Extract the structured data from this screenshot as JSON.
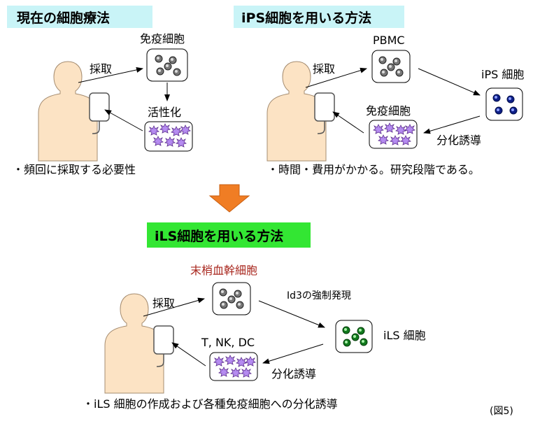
{
  "colors": {
    "label_cyan": "#c9f4f7",
    "label_green": "#33e633",
    "skin": "#fce3c4",
    "skin_stroke": "#a58c70",
    "arrow_orange": "#f07d24",
    "title_red": "#a8261d",
    "cell_gray": "#666666",
    "cell_blue": "#0d1f87",
    "cell_green": "#127a1e",
    "cell_purple": "#b58bf0"
  },
  "icons": {
    "person": "person-silhouette-icon",
    "bag": "blood-bag-icon",
    "cells": "cell-dish-icon"
  },
  "sections": {
    "current": {
      "title": "現在の細胞療法",
      "step_collect": "採取",
      "cells_label": "免疫細胞",
      "activation_label": "活性化",
      "note": "・頻回に採取する必要性"
    },
    "ips": {
      "title": "iPS細胞を用いる方法",
      "step_collect": "採取",
      "source_label": "PBMC",
      "stem_label": "iPS 細胞",
      "differentiated_label": "免疫細胞",
      "step_differentiate": "分化誘導",
      "note": "・時間・費用がかかる。研究段階である。"
    },
    "ils": {
      "title": "iLS細胞を用いる方法",
      "step_collect": "採取",
      "source_label": "末梢血幹細胞",
      "step_induce": "Id3の強制発現",
      "stem_label": "iLS 細胞",
      "differentiated_label": "T, NK, DC",
      "step_differentiate": "分化誘導",
      "note": "・iLS 細胞の作成および各種免疫細胞への分化誘導"
    }
  },
  "figure_label": "(図5)"
}
